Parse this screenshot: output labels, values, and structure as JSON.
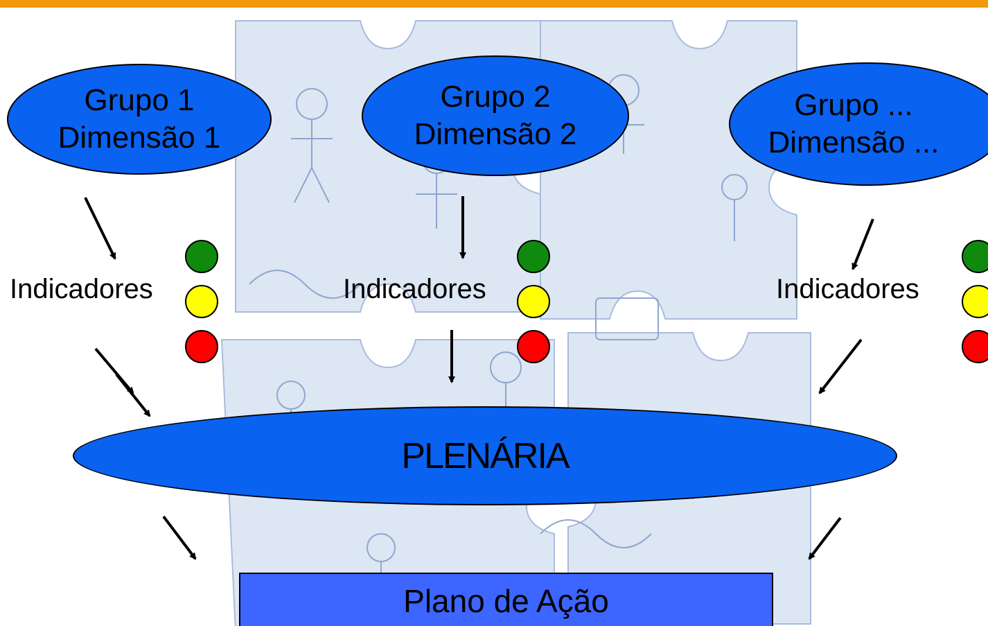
{
  "colors": {
    "topbar": "#f39a0c",
    "ellipse_fill": "#0a62f0",
    "box_fill": "#3c66ff",
    "green": "#0f8a0f",
    "yellow": "#ffff00",
    "red": "#ff0000",
    "background_art": "#9eb4d8"
  },
  "groups": [
    {
      "title": "Grupo 1",
      "dimension": "Dimensão 1"
    },
    {
      "title": "Grupo 2",
      "dimension": "Dimensão 2"
    },
    {
      "title": "Grupo ...",
      "dimension": "Dimensão ..."
    }
  ],
  "indicator_label": "Indicadores",
  "plenaria_label": "PLENÁRIA",
  "plano_label": "Plano de Ação"
}
